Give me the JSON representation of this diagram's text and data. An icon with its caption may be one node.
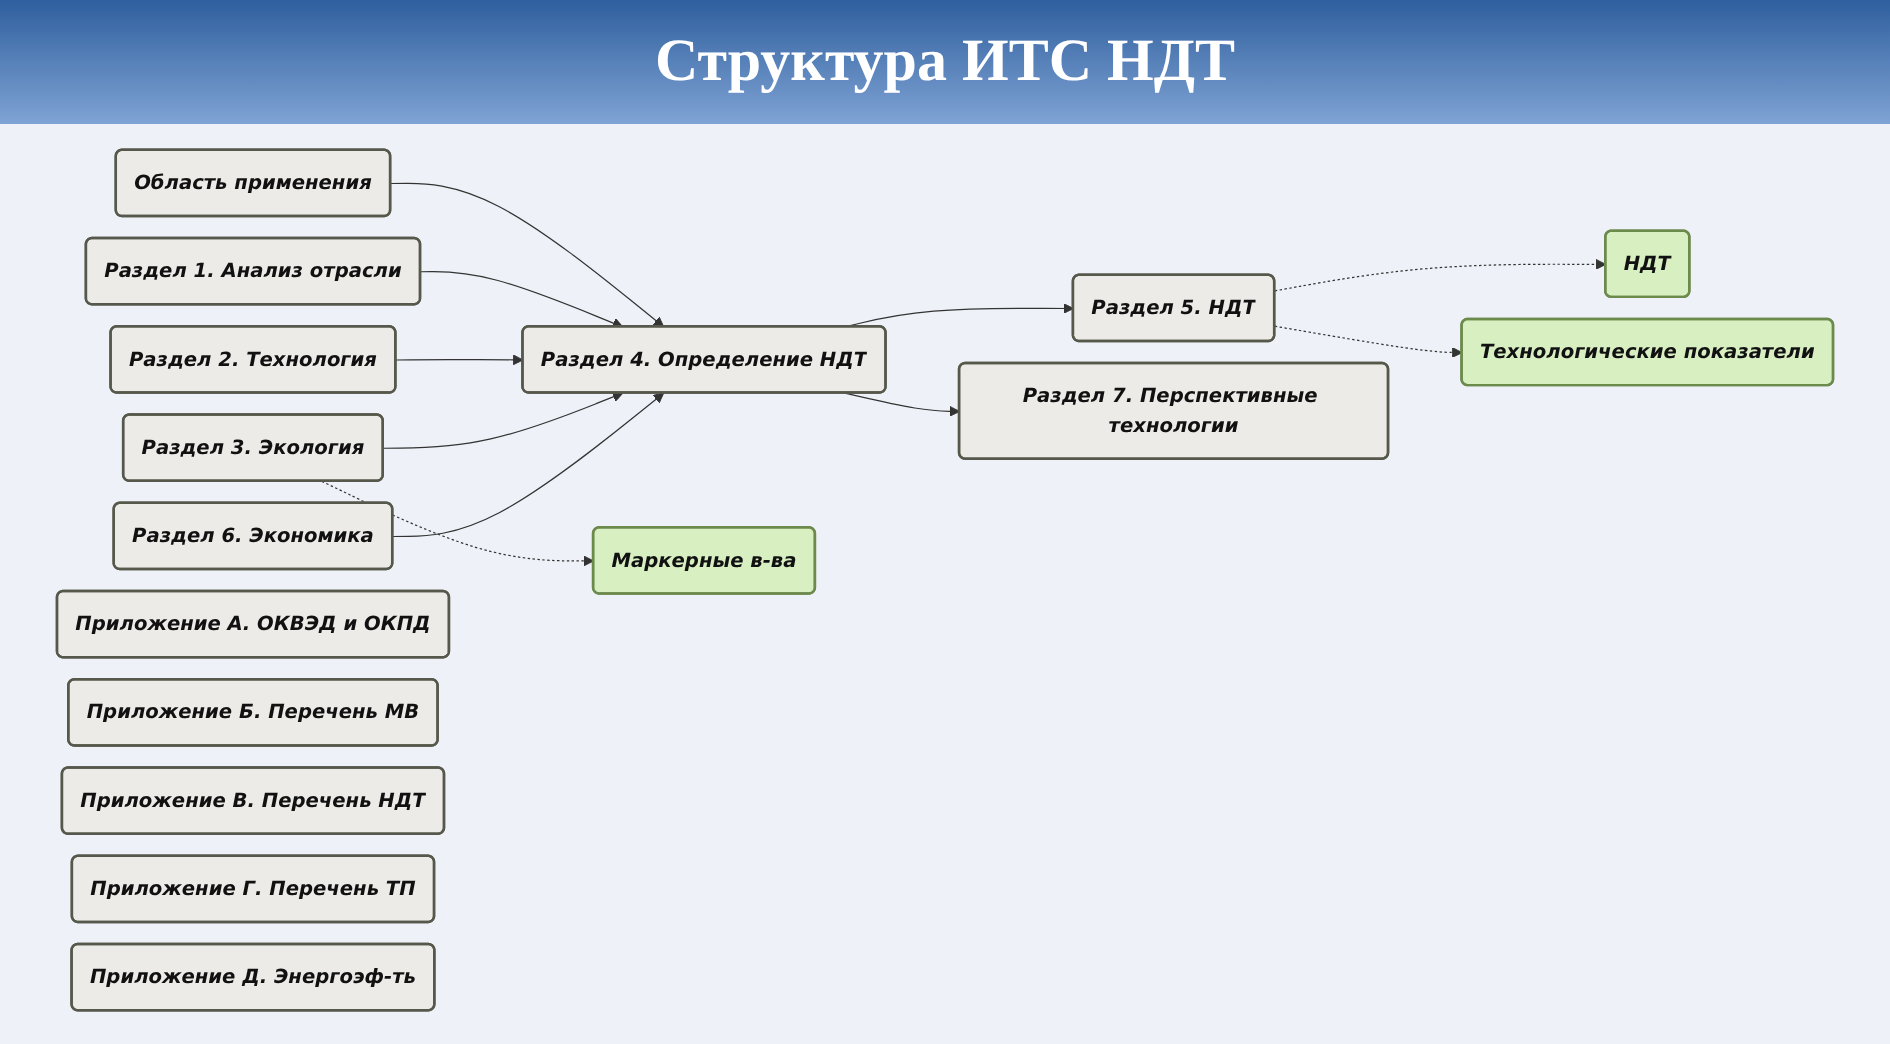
{
  "diagram": {
    "title": "Структура ИТС НДТ",
    "nodes": [
      {
        "text": [
          "Область применения"
        ]
      },
      {
        "text": [
          "Раздел 1. Анализ отрасли"
        ]
      },
      {
        "text": [
          "Раздел 2. Технология"
        ]
      },
      {
        "text": [
          "Раздел 3. Экология"
        ]
      },
      {
        "text": [
          "Раздел 6. Экономика"
        ]
      },
      {
        "text": [
          "Раздел 4. Определение НДТ"
        ]
      },
      {
        "text": [
          "Маркерные в-ва"
        ]
      },
      {
        "text": [
          "Раздел 5. НДТ"
        ]
      },
      {
        "text": [
          "Раздел 7. Перспективные технологии"
        ]
      },
      {
        "text": [
          "НДТ"
        ]
      },
      {
        "text": [
          "Технологические показатели"
        ]
      },
      {
        "text": [
          "Приложение А. ОКВЭД и ОКПД"
        ]
      },
      {
        "text": [
          "Приложение Б. Перечень МВ"
        ]
      },
      {
        "text": [
          "Приложение В. Перечень НДТ"
        ]
      },
      {
        "text": [
          "Приложение Г. Перечень ТП"
        ]
      },
      {
        "text": [
          "Приложение Д. Энергоэф-ть"
        ]
      }
    ],
    "edges": [
      {
        "from": 0,
        "to": 5,
        "arrow": "to"
      },
      {
        "from": 1,
        "to": 5,
        "arrow": "to"
      },
      {
        "from": 2,
        "to": 5,
        "arrow": "to"
      },
      {
        "from": 3,
        "to": 5,
        "arrow": "to"
      },
      {
        "from": 4,
        "to": 5,
        "arrow": "to"
      },
      {
        "from": 3,
        "to": 6,
        "arrow": "to",
        "style": "dashed"
      },
      {
        "from": 5,
        "to": 7,
        "arrow": "to"
      },
      {
        "from": 5,
        "to": 8,
        "arrow": "to"
      },
      {
        "from": 7,
        "to": 9,
        "arrow": "to",
        "style": "dashed"
      },
      {
        "from": 7,
        "to": 10,
        "arrow": "to",
        "style": "dashed"
      }
    ]
  }
}
